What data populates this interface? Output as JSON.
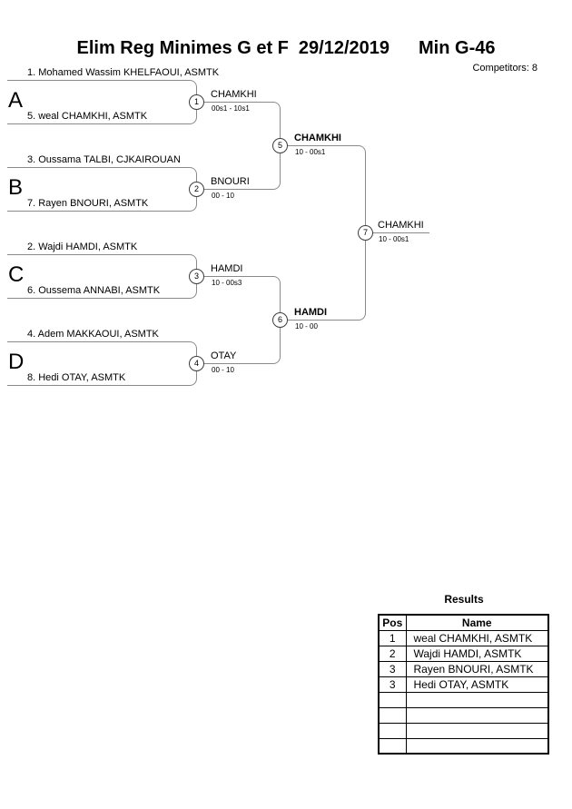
{
  "header": {
    "title": "Elim Reg Minimes G et F",
    "date": "29/12/2019",
    "category": "Min G-46",
    "competitors_label": "Competitors: 8"
  },
  "colors": {
    "bracket_line": "#8a8a8a",
    "table_border": "#000000"
  },
  "bracket": {
    "groups": [
      {
        "letter": "A",
        "player1": "1. Mohamed Wassim KHELFAOUI, ASMTK",
        "player2": "5. weal CHAMKHI, ASMTK",
        "match_no": "1",
        "winner": "CHAMKHI",
        "score": "00s1 - 10s1"
      },
      {
        "letter": "B",
        "player1": "3. Oussama TALBI, CJKAIROUAN",
        "player2": "7. Rayen BNOURI, ASMTK",
        "match_no": "2",
        "winner": "BNOURI",
        "score": "00 - 10"
      },
      {
        "letter": "C",
        "player1": "2. Wajdi HAMDI, ASMTK",
        "player2": "6. Oussema ANNABI, ASMTK",
        "match_no": "3",
        "winner": "HAMDI",
        "score": "10 - 00s3"
      },
      {
        "letter": "D",
        "player1": "4. Adem MAKKAOUI, ASMTK",
        "player2": "8. Hedi OTAY, ASMTK",
        "match_no": "4",
        "winner": "OTAY",
        "score": "00 - 10"
      }
    ],
    "semifinals": [
      {
        "match_no": "5",
        "winner": "CHAMKHI",
        "score": "10 - 00s1"
      },
      {
        "match_no": "6",
        "winner": "HAMDI",
        "score": "10 - 00"
      }
    ],
    "final": {
      "match_no": "7",
      "winner": "CHAMKHI",
      "score": "10 - 00s1"
    }
  },
  "results": {
    "title": "Results",
    "columns": {
      "pos": "Pos",
      "name": "Name"
    },
    "rows": [
      {
        "pos": "1",
        "name": "weal CHAMKHI, ASMTK"
      },
      {
        "pos": "2",
        "name": "Wajdi HAMDI, ASMTK"
      },
      {
        "pos": "3",
        "name": "Rayen BNOURI, ASMTK"
      },
      {
        "pos": "3",
        "name": "Hedi OTAY, ASMTK"
      },
      {
        "pos": "",
        "name": ""
      },
      {
        "pos": "",
        "name": ""
      },
      {
        "pos": "",
        "name": ""
      },
      {
        "pos": "",
        "name": ""
      }
    ]
  }
}
